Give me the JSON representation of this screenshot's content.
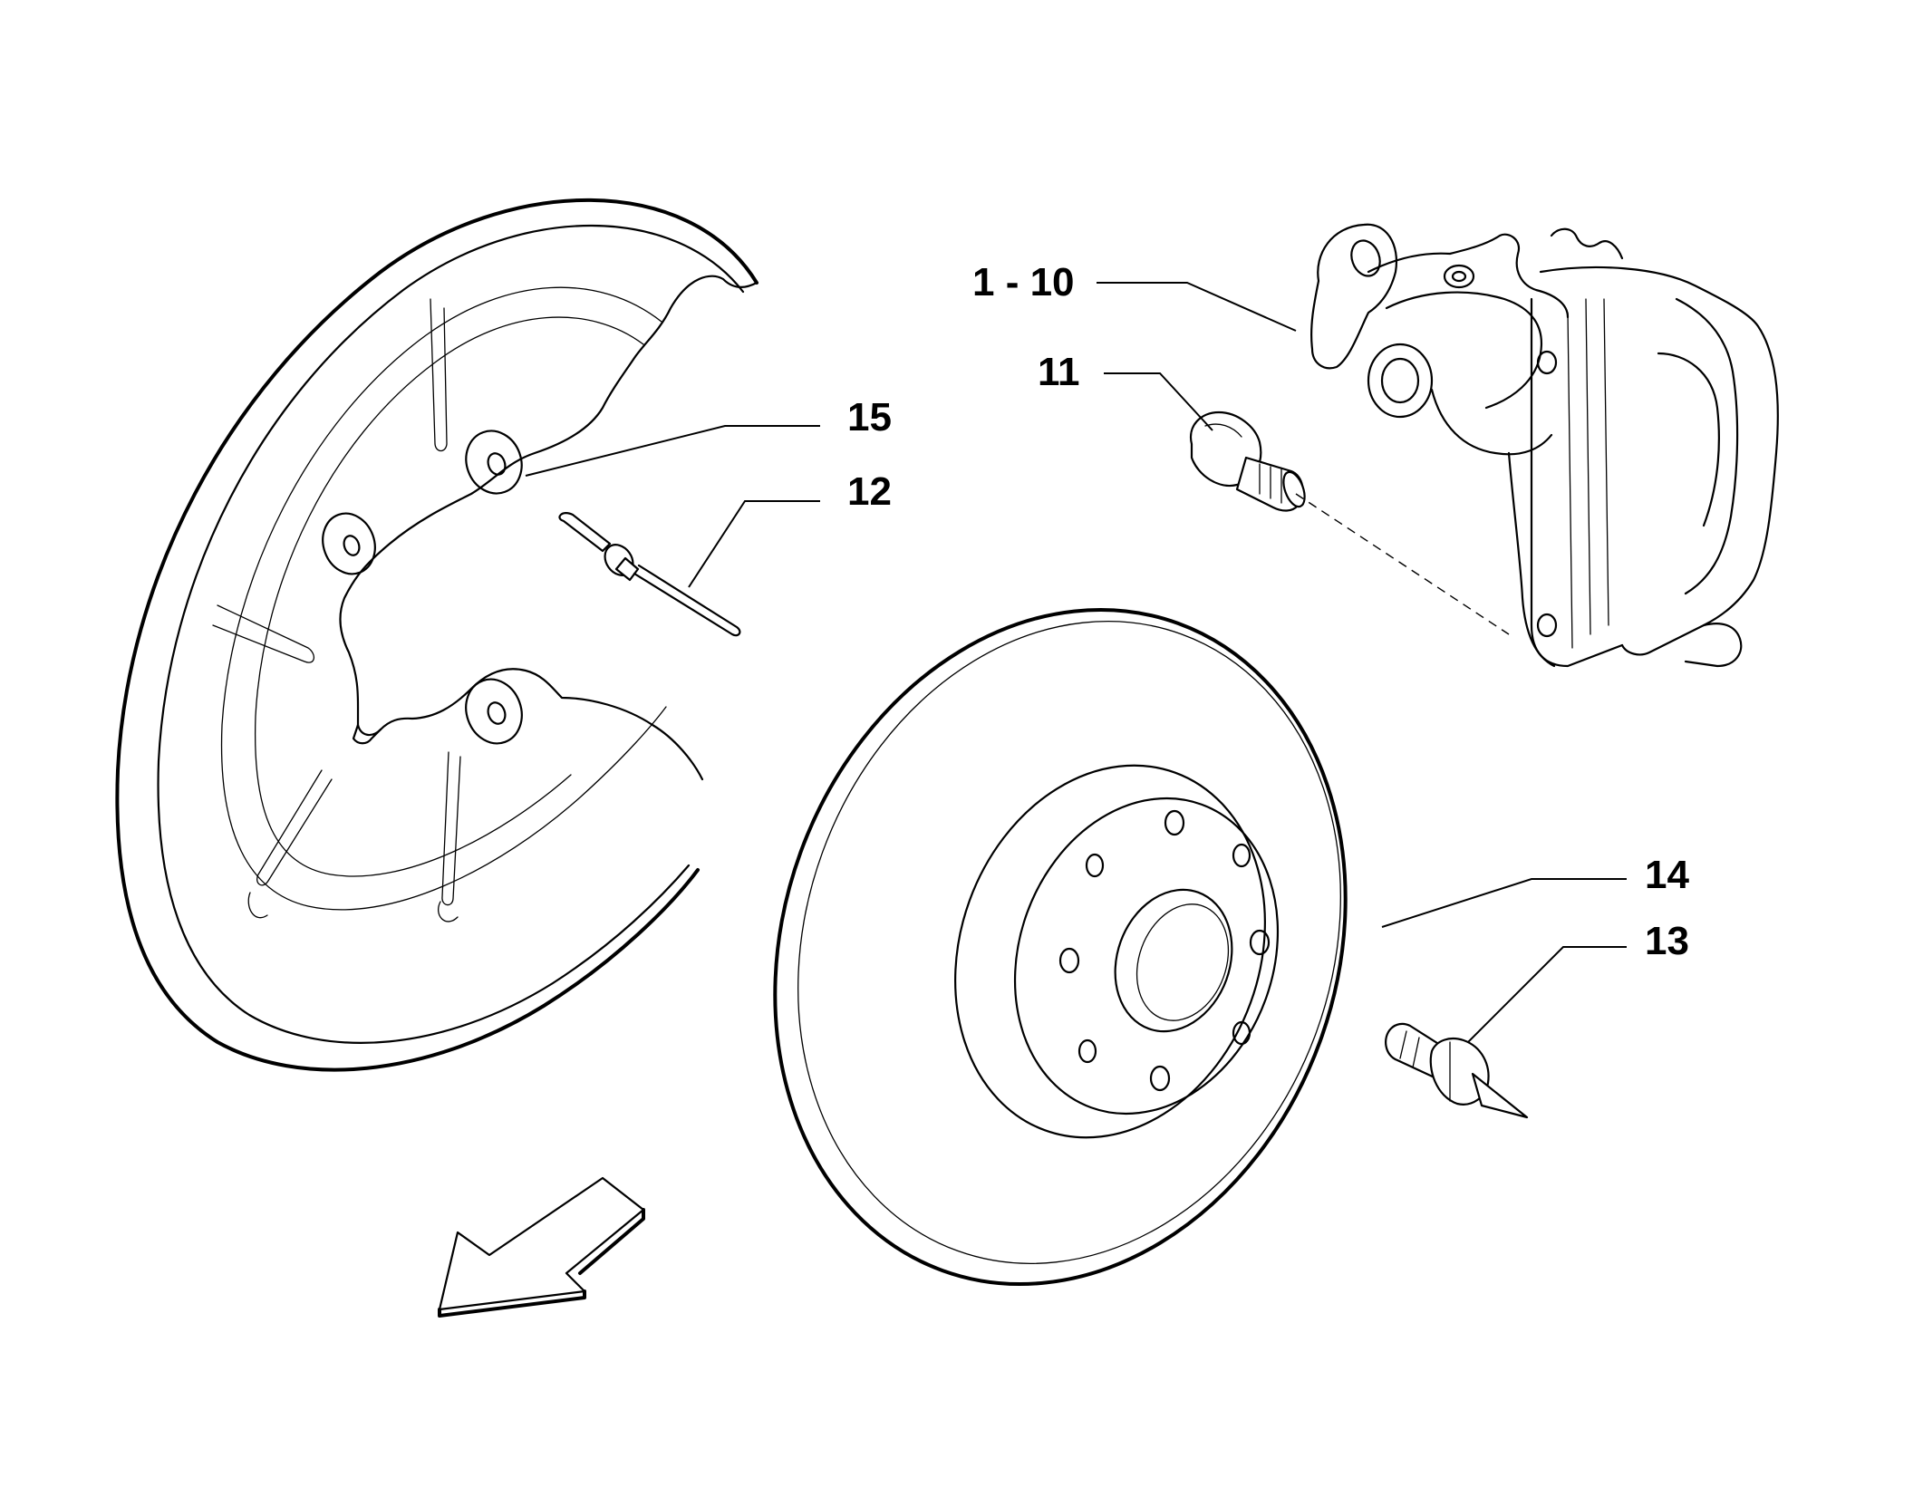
{
  "diagram": {
    "callouts": [
      {
        "id": "c1",
        "label": "1 - 10"
      },
      {
        "id": "c2",
        "label": "11"
      },
      {
        "id": "c3",
        "label": "15"
      },
      {
        "id": "c4",
        "label": "12"
      },
      {
        "id": "c5",
        "label": "14"
      },
      {
        "id": "c6",
        "label": "13"
      }
    ],
    "parts": [
      {
        "id": "p-shield",
        "callout": "15",
        "icon": "brake-dust-shield"
      },
      {
        "id": "p-rivet",
        "callout": "12",
        "icon": "rivet"
      },
      {
        "id": "p-caliper",
        "callout": "1 - 10",
        "icon": "brake-caliper"
      },
      {
        "id": "p-caliper-bolt",
        "callout": "11",
        "icon": "bolt"
      },
      {
        "id": "p-disc",
        "callout": "14",
        "icon": "brake-disc"
      },
      {
        "id": "p-bleed-screw",
        "callout": "13",
        "icon": "bleed-screw"
      }
    ],
    "direction_arrow": {
      "icon": "direction-arrow"
    }
  }
}
